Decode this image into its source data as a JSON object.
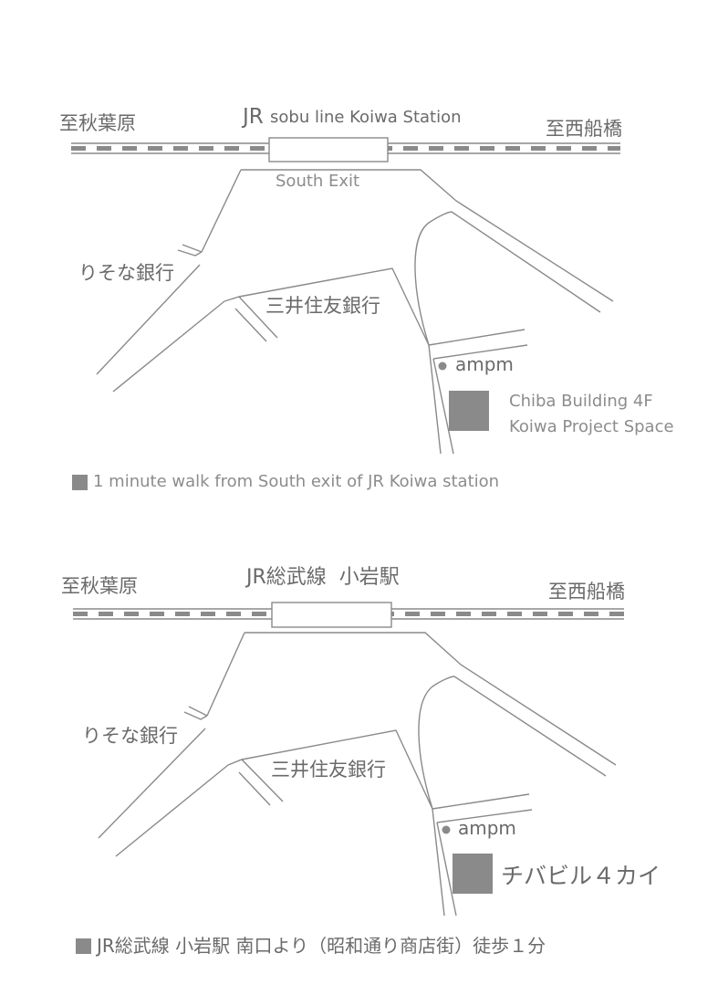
{
  "colors": {
    "line": "#8a8a8a",
    "text": "#6a6a6a",
    "light_text": "#8c8c8c",
    "marker": "#8a8a8a"
  },
  "map_en": {
    "left_direction": "至秋葉原",
    "right_direction": "至西船橋",
    "station_jr": "JR",
    "station_name": "sobu line Koiwa Station",
    "south_exit": "South Exit",
    "bank_resona": "りそな銀行",
    "bank_smbc": "三井住友銀行",
    "conv_store": "ampm",
    "building_line1": "Chiba Building 4F",
    "building_line2": "Koiwa Project Space",
    "note": "1 minute walk from South exit of JR Koiwa station"
  },
  "map_jp": {
    "left_direction": "至秋葉原",
    "right_direction": "至西船橋",
    "station_name": "JR総武線  小岩駅",
    "bank_resona": "りそな銀行",
    "bank_smbc": "三井住友銀行",
    "conv_store": "ampm",
    "building": "チバビル４カイ",
    "note": "JR総武線 小岩駅 南口より（昭和通り商店街）徒歩１分"
  }
}
